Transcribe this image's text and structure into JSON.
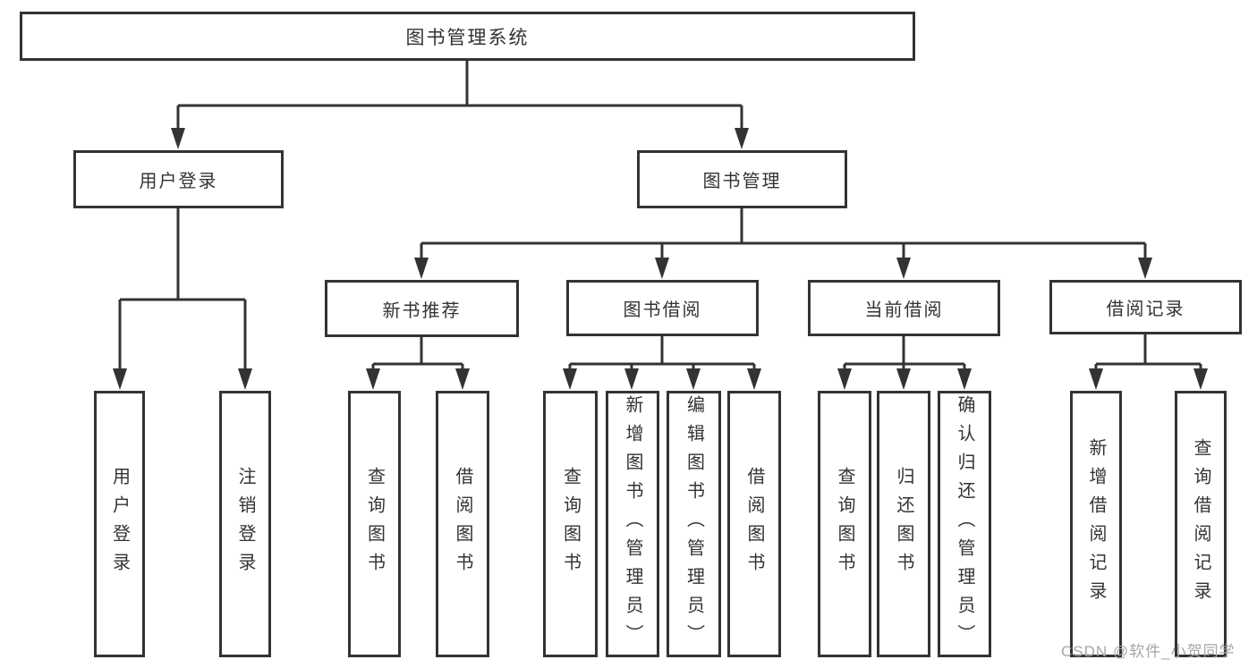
{
  "diagram": {
    "tree": {
      "label": "图书管理系统",
      "children": [
        {
          "label": "用户登录",
          "children": [
            {
              "label": "用户登录"
            },
            {
              "label": "注销登录"
            }
          ]
        },
        {
          "label": "图书管理",
          "children": [
            {
              "label": "新书推荐",
              "children": [
                {
                  "label": "查询图书"
                },
                {
                  "label": "借阅图书"
                }
              ]
            },
            {
              "label": "图书借阅",
              "children": [
                {
                  "label": "查询图书"
                },
                {
                  "label": "新增图书（管理员）"
                },
                {
                  "label": "编辑图书（管理员）"
                },
                {
                  "label": "借阅图书"
                }
              ]
            },
            {
              "label": "当前借阅",
              "children": [
                {
                  "label": "查询图书"
                },
                {
                  "label": "归还图书"
                },
                {
                  "label": "确认归还（管理员）"
                }
              ]
            },
            {
              "label": "借阅记录",
              "children": [
                {
                  "label": "新增借阅记录"
                },
                {
                  "label": "查询借阅记录"
                }
              ]
            }
          ]
        }
      ]
    },
    "colors": {
      "line": "#333333",
      "text": "#333333",
      "box_background": "#ffffff",
      "page_background": "#ffffff",
      "watermark": "#a6a6a6"
    }
  },
  "watermark": {
    "text": "CSDN @软件_小贺同学"
  }
}
